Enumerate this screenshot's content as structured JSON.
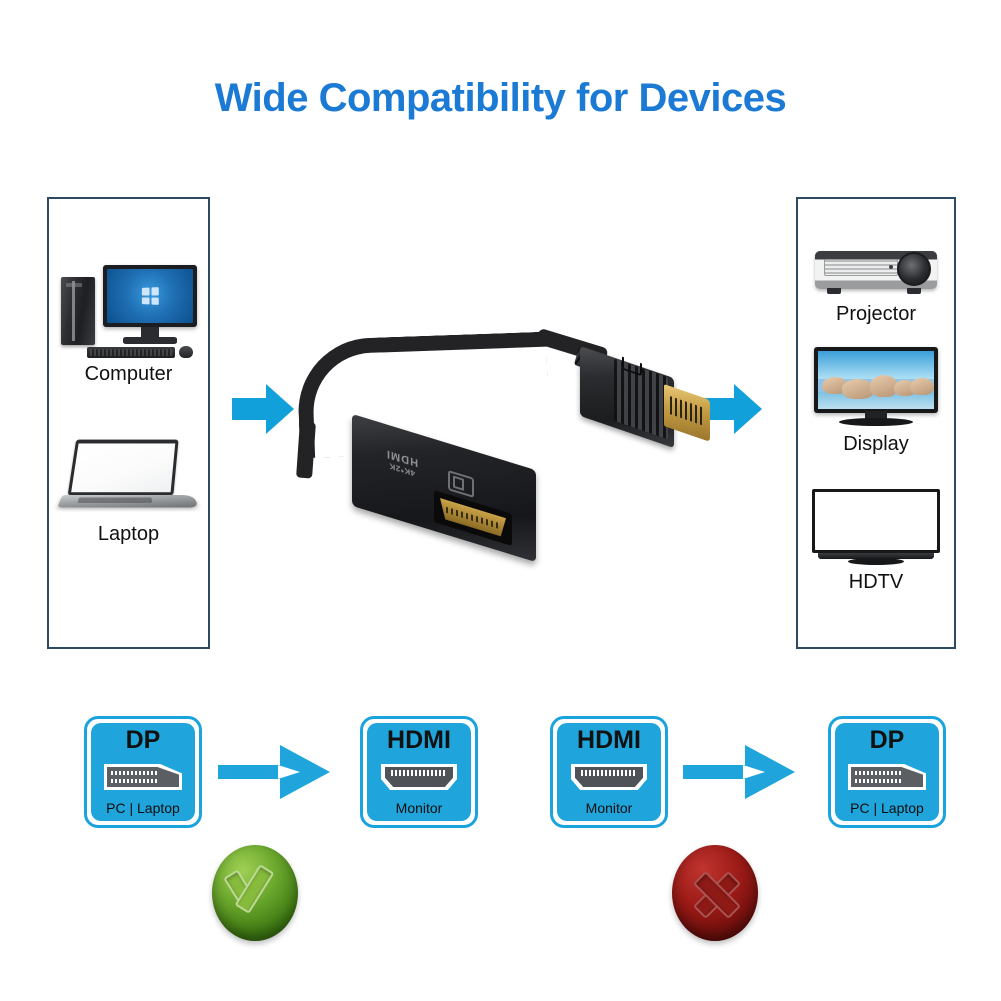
{
  "title": "Wide Compatibility for Devices",
  "colors": {
    "title_blue": "#1b7ad4",
    "arrow_cyan": "#12a0da",
    "box_cyan": "#1fa5db",
    "panel_border": "#2d4a63",
    "ok_green": "#6aa72c",
    "no_red": "#9d1b17"
  },
  "source_panel": {
    "devices": [
      {
        "label": "Computer",
        "icon": "desktop-computer-icon"
      },
      {
        "label": "Laptop",
        "icon": "laptop-icon"
      }
    ]
  },
  "target_panel": {
    "devices": [
      {
        "label": "Projector",
        "icon": "projector-icon"
      },
      {
        "label": "Display",
        "icon": "tv-display-icon"
      },
      {
        "label": "HDTV",
        "icon": "hdtv-icon"
      }
    ]
  },
  "adapter": {
    "alt": "DisplayPort male to HDMI female adapter",
    "print_line1": "4K*2K",
    "print_line2": "HDMI",
    "port_icon": "hdmi-port-icon"
  },
  "flow_arrows": {
    "left_label": "arrow-pointing-right",
    "right_label": "arrow-pointing-right"
  },
  "compatibility": [
    {
      "status": "supported",
      "badge_icon": "green-check-icon",
      "from": {
        "title": "DP",
        "subtitle": "PC | Laptop",
        "icon": "displayport-connector-icon"
      },
      "to": {
        "title": "HDMI",
        "subtitle": "Monitor",
        "icon": "hdmi-connector-icon"
      }
    },
    {
      "status": "not-supported",
      "badge_icon": "red-cross-icon",
      "from": {
        "title": "HDMI",
        "subtitle": "Monitor",
        "icon": "hdmi-connector-icon"
      },
      "to": {
        "title": "DP",
        "subtitle": "PC | Laptop",
        "icon": "displayport-connector-icon"
      }
    }
  ]
}
